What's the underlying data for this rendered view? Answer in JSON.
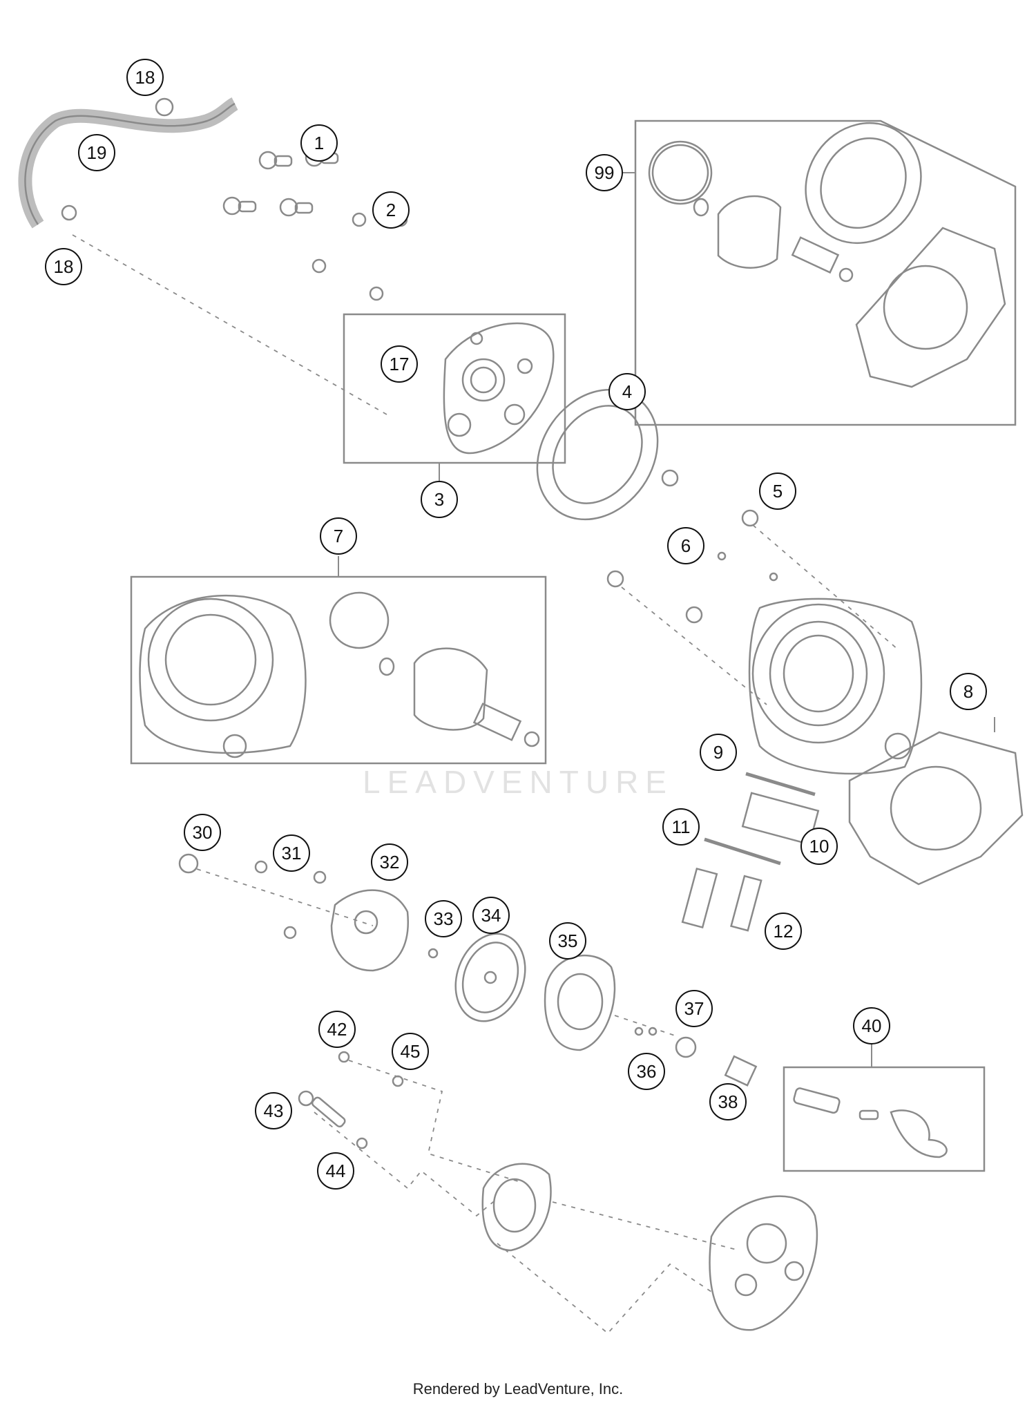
{
  "watermark": "LEADVENTURE",
  "footer": "Rendered by LeadVenture, Inc.",
  "callouts": [
    "18",
    "19",
    "1",
    "2",
    "18",
    "17",
    "3",
    "4",
    "5",
    "6",
    "7",
    "8",
    "9",
    "10",
    "11",
    "12",
    "30",
    "31",
    "32",
    "33",
    "34",
    "35",
    "36",
    "37",
    "38",
    "40",
    "42",
    "45",
    "43",
    "44",
    "99"
  ]
}
